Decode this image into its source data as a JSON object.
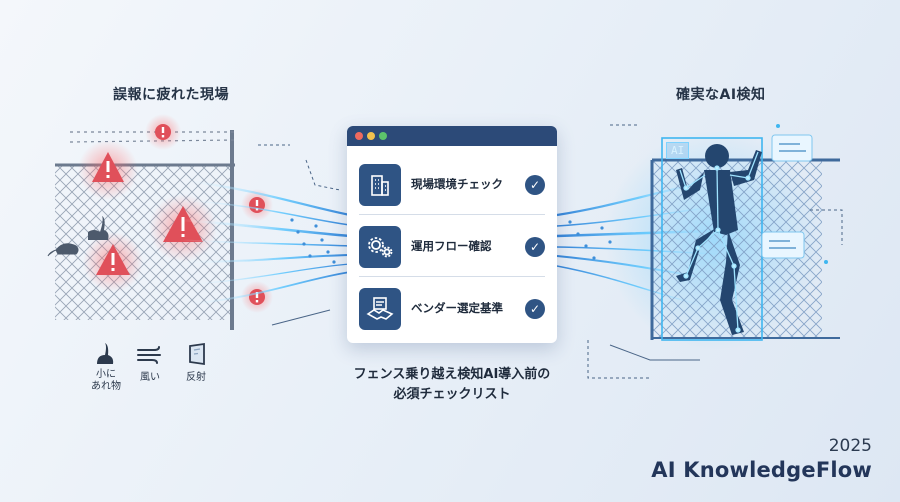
{
  "left_panel": {
    "heading": "誤報に疲れた現場",
    "noise_sources": [
      {
        "icon": "rabbit-icon",
        "label": "小に\nあれ物"
      },
      {
        "icon": "wind-icon",
        "label": "風い"
      },
      {
        "icon": "reflection-icon",
        "label": "反射"
      }
    ]
  },
  "right_panel": {
    "heading": "確実なAI検知",
    "ai_tag": "AI"
  },
  "checklist": {
    "items": [
      {
        "icon": "building-icon",
        "label": "現場環境チェック"
      },
      {
        "icon": "gears-icon",
        "label": "運用フロー確認"
      },
      {
        "icon": "handshake-document-icon",
        "label": "ベンダー選定基準"
      }
    ],
    "caption_line1": "フェンス乗り越え検知AI導入前の",
    "caption_line2": "必須チェックリスト"
  },
  "footer": {
    "year": "2025",
    "brand": "AI KnowledgeFlow"
  },
  "colors": {
    "accent_navy": "#2f5484",
    "alert_red": "#e0505a",
    "ai_cyan": "#3fb6f0"
  }
}
